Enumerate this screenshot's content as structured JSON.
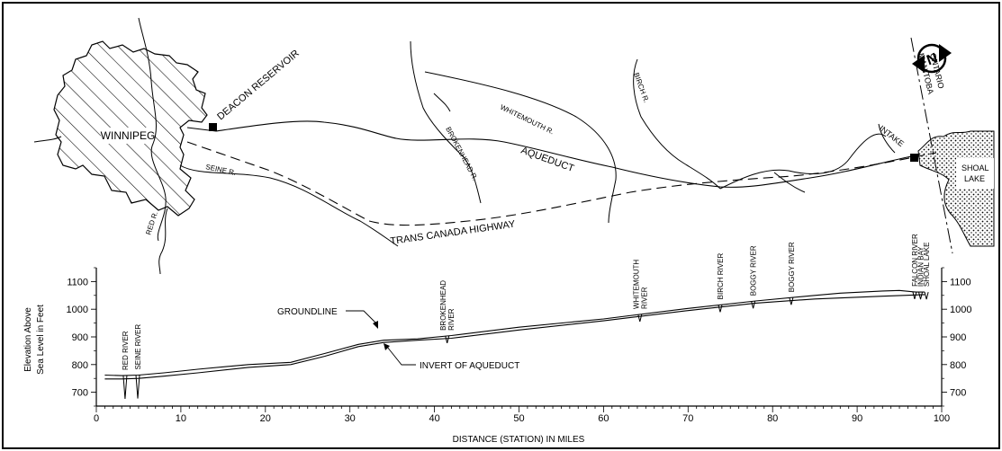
{
  "map": {
    "winnipeg": "WINNIPEG",
    "deacon_reservoir": "DEACON RESERVOIR",
    "red_river": "RED R.",
    "seine_river": "SEINE R.",
    "brokenhead_river": "BROKENHEAD R.",
    "whitemouth_river": "WHITEMOUTH R.",
    "birch_river": "BIRCH R.",
    "aqueduct": "AQUEDUCT",
    "highway": "TRANS CANADA HIGHWAY",
    "intake": "INTAKE",
    "shoal_lake": [
      "SHOAL",
      "LAKE"
    ],
    "ontario": "ONTARIO",
    "manitoba": "MANITOBA",
    "north_symbol": "N"
  },
  "profile": {
    "ylabel_lines": [
      "Elevation Above",
      "Sea Level in Feet"
    ],
    "xlabel": "DISTANCE (STATION) IN MILES",
    "groundline_label": "GROUNDLINE",
    "invert_label": "INVERT OF AQUEDUCT",
    "river_labels": [
      {
        "mile": 3.4,
        "lines": [
          "RED RIVER"
        ]
      },
      {
        "mile": 4.9,
        "lines": [
          "SEINE RIVER"
        ]
      },
      {
        "mile": 41.5,
        "lines": [
          "BROKENHEAD",
          "RIVER"
        ]
      },
      {
        "mile": 64.3,
        "lines": [
          "WHITEMOUTH",
          "RIVER"
        ]
      },
      {
        "mile": 73.8,
        "lines": [
          "BIRCH RIVER"
        ]
      },
      {
        "mile": 77.7,
        "lines": [
          "BOGGY RIVER"
        ]
      },
      {
        "mile": 82.2,
        "lines": [
          "BOGGY RIVER"
        ]
      },
      {
        "mile": 96.8,
        "lines": [
          "FALCON RIVER"
        ]
      },
      {
        "mile": 97.5,
        "lines": [
          "INDIAN BAY"
        ]
      },
      {
        "mile": 98.2,
        "lines": [
          "SHOAL LAKE"
        ]
      }
    ]
  },
  "chart_data": {
    "type": "line",
    "xlabel": "DISTANCE (STATION) IN MILES",
    "ylabel": "Elevation Above Sea Level in Feet",
    "xlim": [
      0,
      100
    ],
    "ylim": [
      650,
      1150
    ],
    "x_ticks": [
      "0",
      "10",
      "20",
      "30",
      "40",
      "50",
      "60",
      "70",
      "80",
      "90",
      "100"
    ],
    "y_ticks": [
      "700",
      "800",
      "900",
      "1000",
      "1100"
    ],
    "y_tick_values": [
      700,
      800,
      900,
      1000,
      1100
    ],
    "series": [
      {
        "name": "GROUNDLINE",
        "x": [
          1,
          3,
          5,
          8,
          12,
          18,
          23,
          27,
          31,
          34,
          38,
          42,
          50,
          60,
          70,
          78,
          85,
          88,
          93,
          95,
          97,
          98
        ],
        "y": [
          762,
          760,
          762,
          770,
          783,
          800,
          808,
          840,
          873,
          888,
          893,
          905,
          935,
          965,
          1003,
          1030,
          1050,
          1058,
          1066,
          1068,
          1062,
          1062
        ]
      },
      {
        "name": "INVERT OF AQUEDUCT",
        "x": [
          1,
          3,
          5,
          8,
          12,
          18,
          23,
          27,
          31,
          34,
          38,
          42,
          50,
          60,
          70,
          78,
          85,
          93,
          98
        ],
        "y": [
          748,
          748,
          750,
          758,
          770,
          790,
          800,
          830,
          865,
          880,
          888,
          895,
          925,
          958,
          995,
          1022,
          1037,
          1047,
          1053
        ]
      }
    ]
  }
}
